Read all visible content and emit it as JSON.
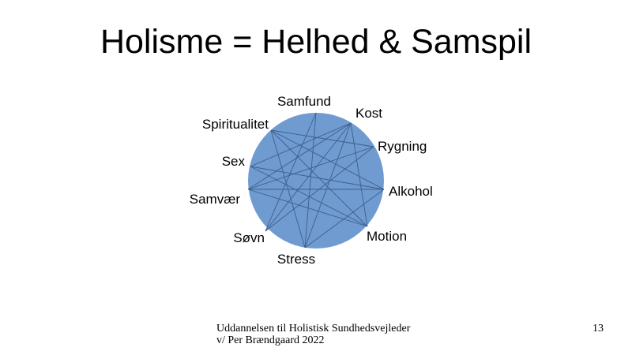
{
  "slide": {
    "title": "Holisme = Helhed & Samspil",
    "footer_line1": "Uddannelsen til Holistisk Sundhedsvejleder",
    "footer_line2": "v/ Per Brændgaard 2022",
    "page_number": "13"
  },
  "diagram": {
    "circle_color": "#6f9bd1",
    "line_color": "#3e5f8a",
    "nodes": [
      {
        "id": "samfund",
        "label": "Samfund"
      },
      {
        "id": "kost",
        "label": "Kost"
      },
      {
        "id": "rygning",
        "label": "Rygning"
      },
      {
        "id": "alkohol",
        "label": "Alkohol"
      },
      {
        "id": "motion",
        "label": "Motion"
      },
      {
        "id": "stress",
        "label": "Stress"
      },
      {
        "id": "sovn",
        "label": "Søvn"
      },
      {
        "id": "samvaer",
        "label": "Samvær"
      },
      {
        "id": "sex",
        "label": "Sex"
      },
      {
        "id": "spiritualitet",
        "label": "Spiritualitet"
      }
    ],
    "connections": [
      [
        "samfund",
        "stress"
      ],
      [
        "samfund",
        "sovn"
      ],
      [
        "kost",
        "samvaer"
      ],
      [
        "kost",
        "stress"
      ],
      [
        "kost",
        "motion"
      ],
      [
        "kost",
        "sex"
      ],
      [
        "rygning",
        "sovn"
      ],
      [
        "rygning",
        "samvaer"
      ],
      [
        "rygning",
        "spiritualitet"
      ],
      [
        "alkohol",
        "samvaer"
      ],
      [
        "alkohol",
        "spiritualitet"
      ],
      [
        "alkohol",
        "sex"
      ],
      [
        "alkohol",
        "stress"
      ],
      [
        "motion",
        "sex"
      ],
      [
        "motion",
        "spiritualitet"
      ],
      [
        "stress",
        "spiritualitet"
      ],
      [
        "sovn",
        "kost"
      ],
      [
        "samvaer",
        "motion"
      ]
    ]
  }
}
